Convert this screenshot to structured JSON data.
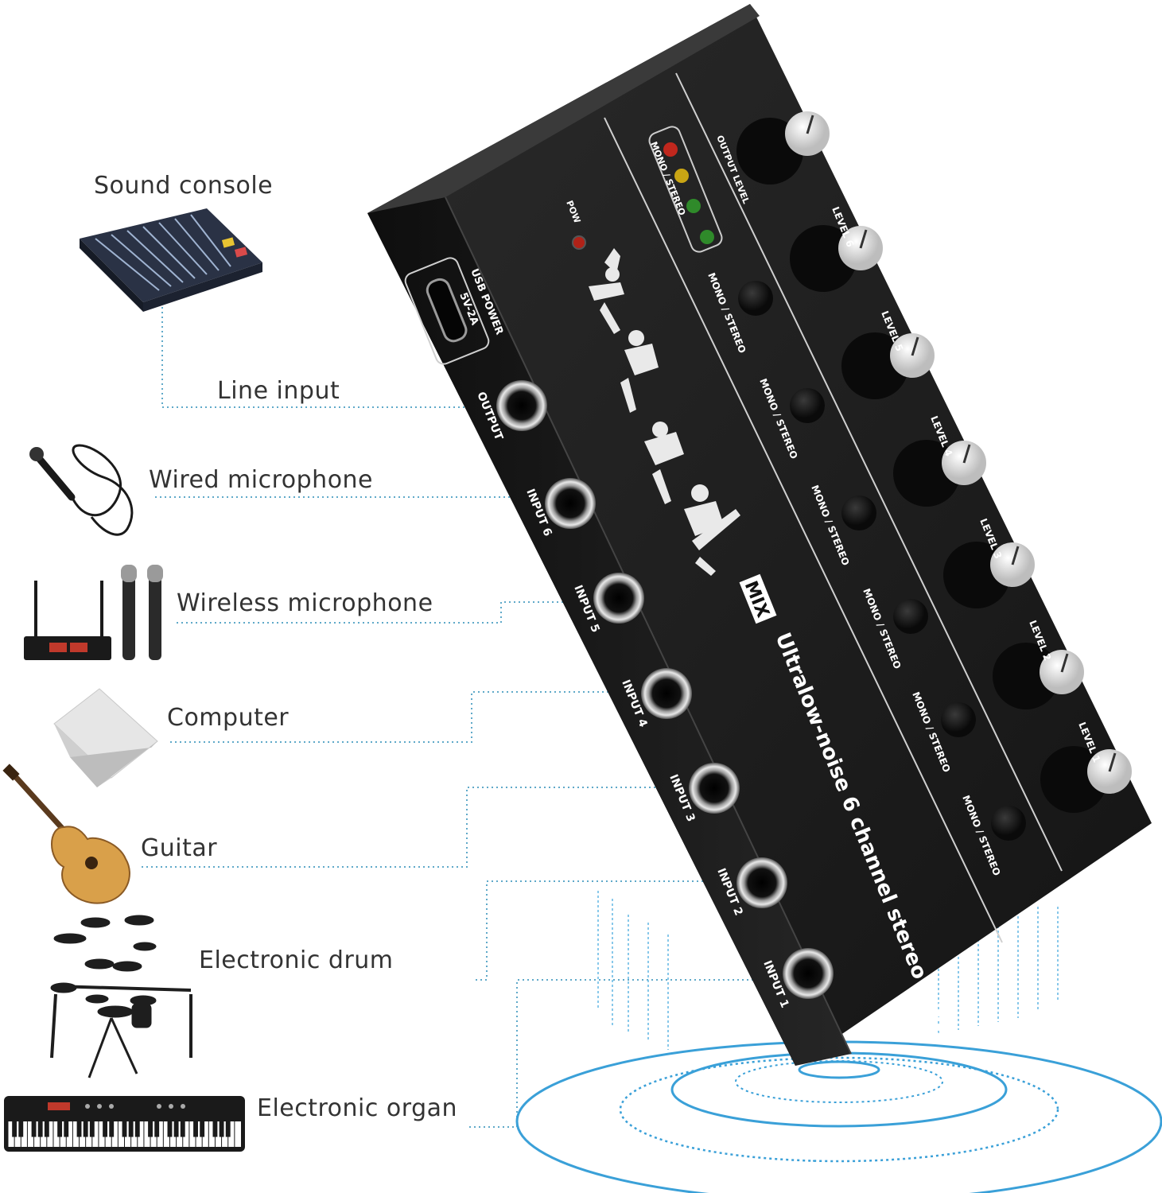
{
  "devices": [
    {
      "label": "Sound console",
      "icon": "sound-console-icon"
    },
    {
      "label": "Line input",
      "icon": ""
    },
    {
      "label": "Wired microphone",
      "icon": "wired-microphone-icon"
    },
    {
      "label": "Wireless microphone",
      "icon": "wireless-microphone-icon"
    },
    {
      "label": "Computer",
      "icon": "laptop-icon"
    },
    {
      "label": "Guitar",
      "icon": "guitar-icon"
    },
    {
      "label": "Electronic drum",
      "icon": "drum-kit-icon"
    },
    {
      "label": "Electronic organ",
      "icon": "keyboard-icon"
    }
  ],
  "mixer": {
    "usb_label": "USB POWER",
    "usb_spec": "5V-2A",
    "pow_label": "POW",
    "mix_badge": "MIX",
    "product_text": "Ultralow-noise 6 channel stereo mixer",
    "output_level_label": "OUTPUT LEVEL",
    "mono_stereo_label": "MONO / STEREO",
    "jack_labels": [
      "OUTPUT",
      "INPUT 6",
      "INPUT 5",
      "INPUT 4",
      "INPUT 3",
      "INPUT 2",
      "INPUT 1"
    ],
    "switch_label": "MONO / STEREO",
    "knob_labels": [
      "LEVEL 6",
      "LEVEL 5",
      "LEVEL 4",
      "LEVEL 3",
      "LEVEL 2",
      "LEVEL 1"
    ],
    "led_colors": [
      "#c0271d",
      "#c9a514",
      "#2f8a2a",
      "#2f8a2a"
    ],
    "body_color": "#1b1b1b",
    "accent_color": "#3aa0d8"
  }
}
